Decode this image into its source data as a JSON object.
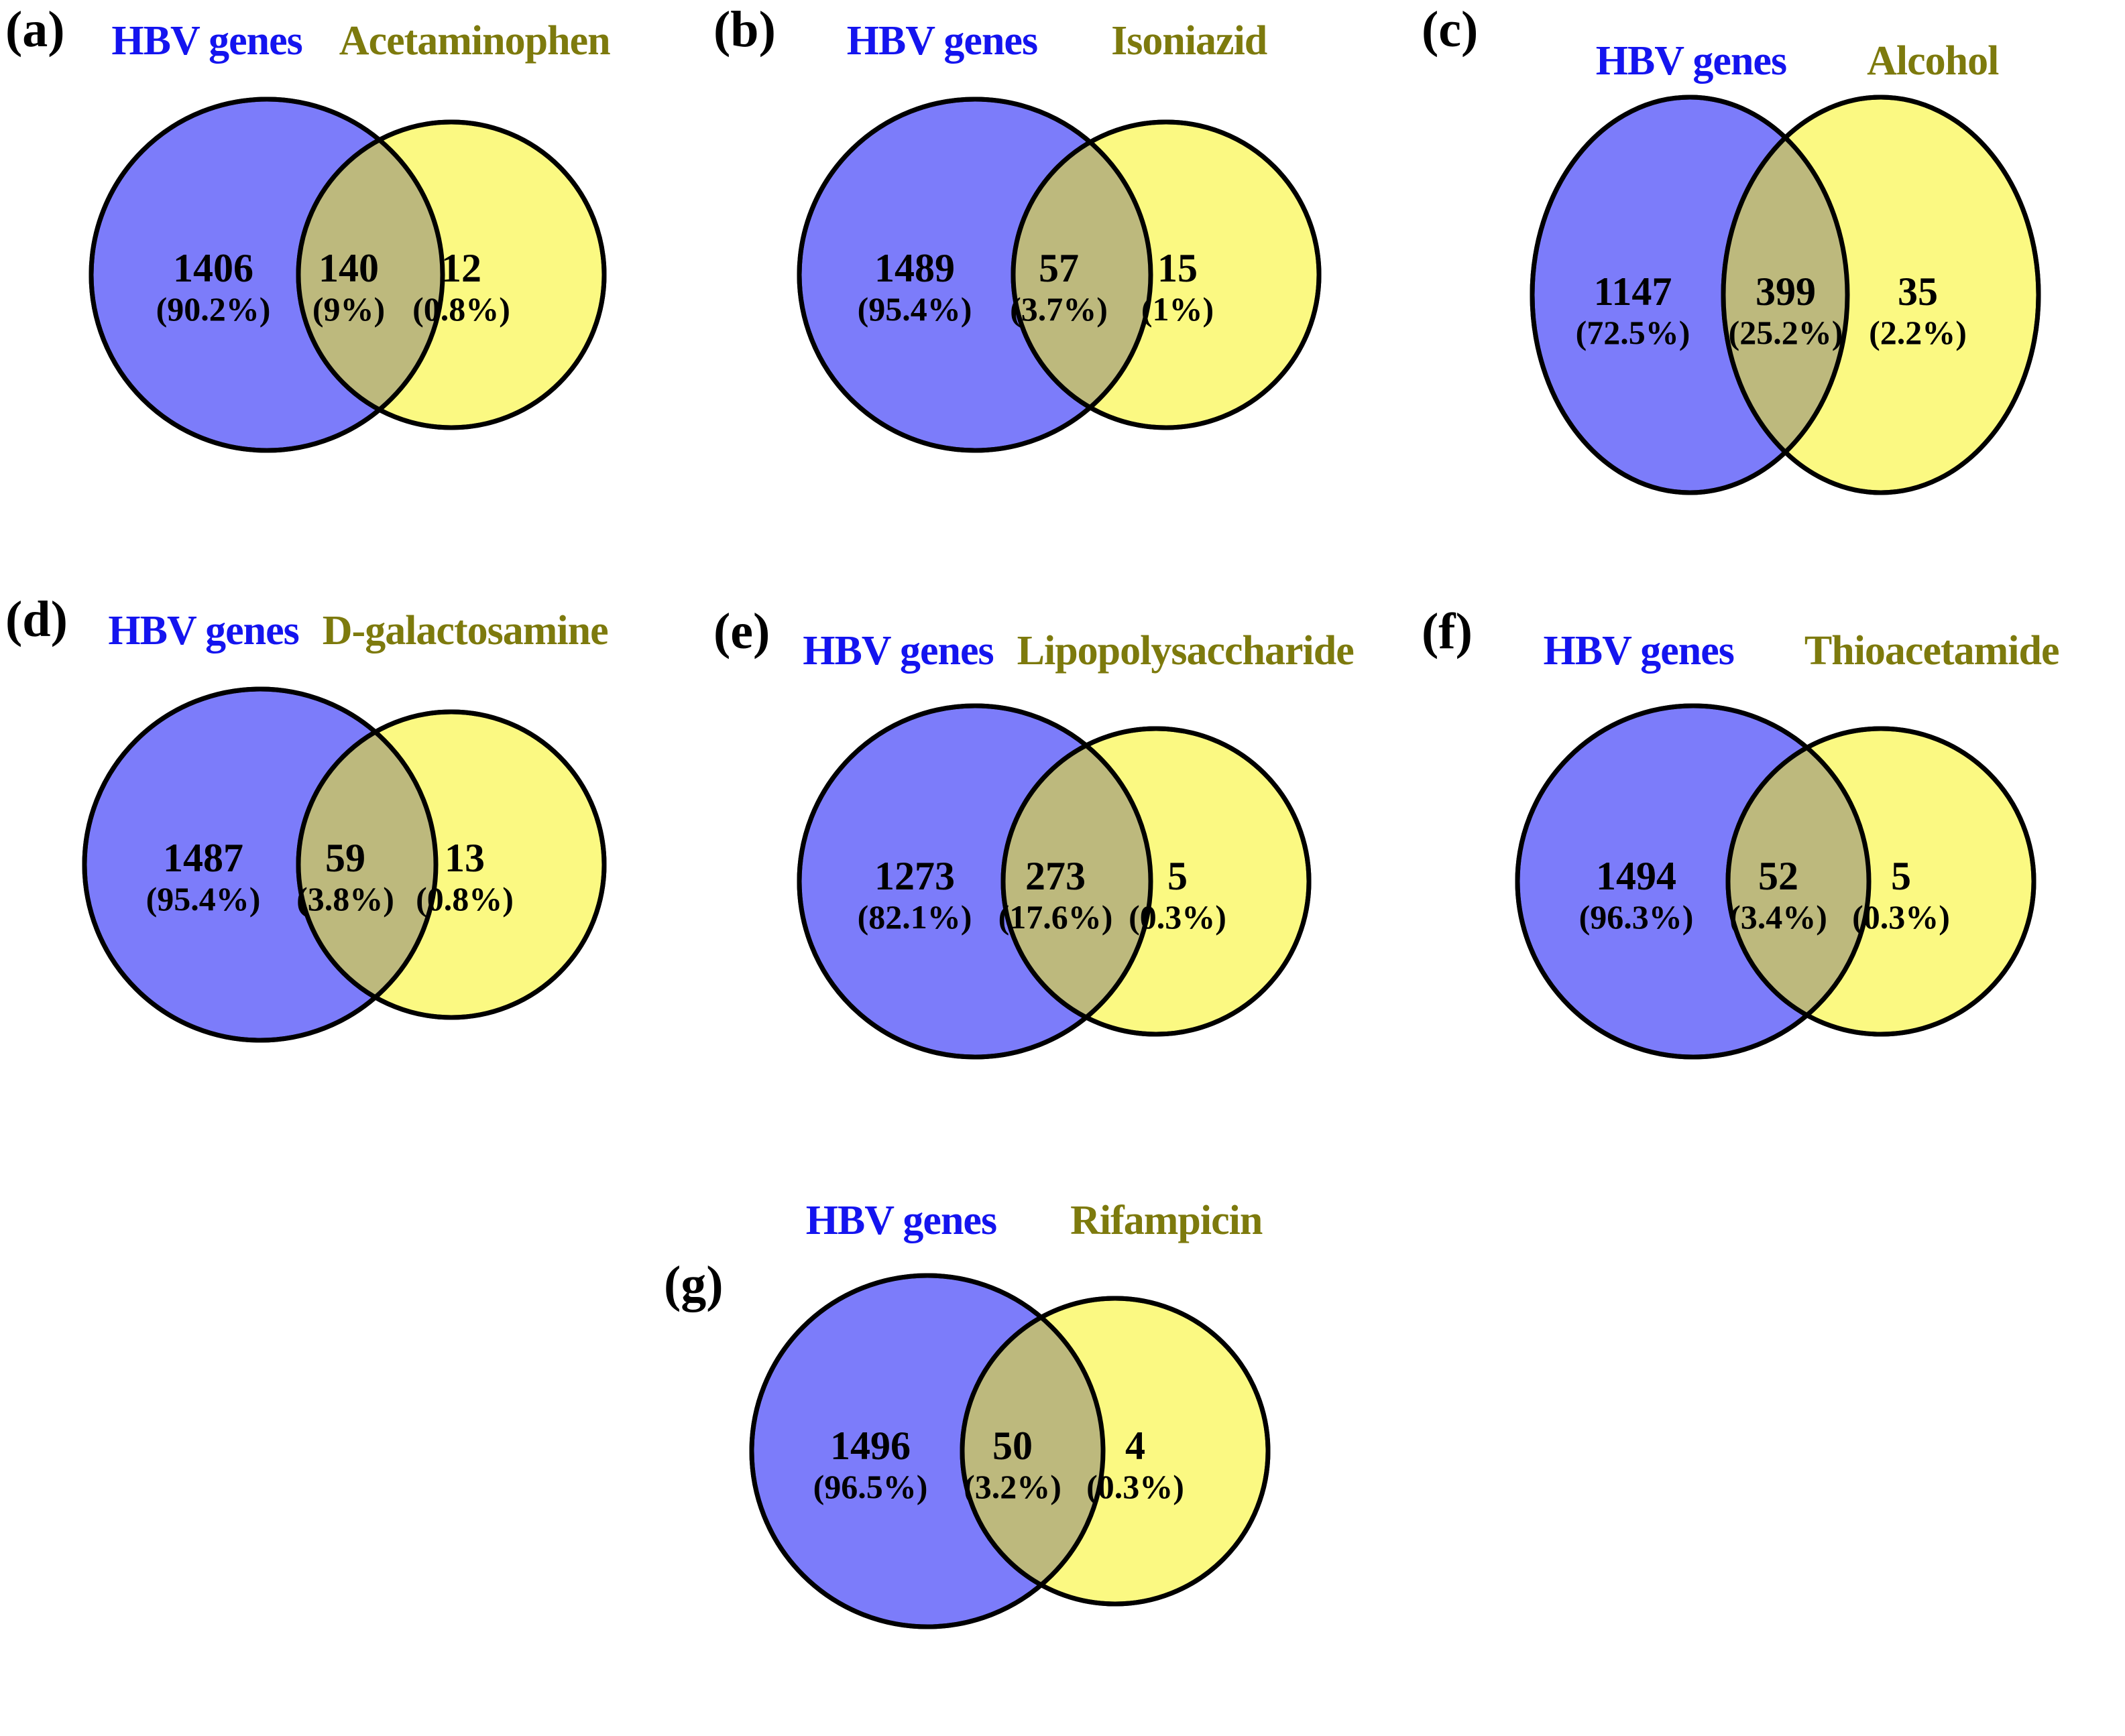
{
  "figure": {
    "colors": {
      "left_fill": "#7c7cfa",
      "right_fill": "#fbf982",
      "overlap_fill": "#bdb97d",
      "outline": "#000000",
      "left_title_color": "#1414ef",
      "right_title_color": "#7d7a0d",
      "background": "#ffffff"
    }
  },
  "chart_data": {
    "type": "venn",
    "title": "",
    "panels": [
      {
        "letter": "(a)",
        "left_label": "HBV genes",
        "right_label": "Acetaminophen",
        "left_only": {
          "count": "1406",
          "percent": "(90.2%)"
        },
        "intersection": {
          "count": "140",
          "percent": "(9%)"
        },
        "right_only": {
          "count": "12",
          "percent": "(0.8%)"
        }
      },
      {
        "letter": "(b)",
        "left_label": "HBV genes",
        "right_label": "Isoniazid",
        "left_only": {
          "count": "1489",
          "percent": "(95.4%)"
        },
        "intersection": {
          "count": "57",
          "percent": "(3.7%)"
        },
        "right_only": {
          "count": "15",
          "percent": "(1%)"
        }
      },
      {
        "letter": "(c)",
        "left_label": "HBV genes",
        "right_label": "Alcohol",
        "left_only": {
          "count": "1147",
          "percent": "(72.5%)"
        },
        "intersection": {
          "count": "399",
          "percent": "(25.2%)"
        },
        "right_only": {
          "count": "35",
          "percent": "(2.2%)"
        }
      },
      {
        "letter": "(d)",
        "left_label": "HBV genes",
        "right_label": "D-galactosamine",
        "left_only": {
          "count": "1487",
          "percent": "(95.4%)"
        },
        "intersection": {
          "count": "59",
          "percent": "(3.8%)"
        },
        "right_only": {
          "count": "13",
          "percent": "(0.8%)"
        }
      },
      {
        "letter": "(e)",
        "left_label": "HBV genes",
        "right_label": "Lipopolysaccharide",
        "left_only": {
          "count": "1273",
          "percent": "(82.1%)"
        },
        "intersection": {
          "count": "273",
          "percent": "(17.6%)"
        },
        "right_only": {
          "count": "5",
          "percent": "(0.3%)"
        }
      },
      {
        "letter": "(f)",
        "left_label": "HBV genes",
        "right_label": "Thioacetamide",
        "left_only": {
          "count": "1494",
          "percent": "(96.3%)"
        },
        "intersection": {
          "count": "52",
          "percent": "(3.4%)"
        },
        "right_only": {
          "count": "5",
          "percent": "(0.3%)"
        }
      },
      {
        "letter": "(g)",
        "left_label": "HBV genes",
        "right_label": "Rifampicin",
        "left_only": {
          "count": "1496",
          "percent": "(96.5%)"
        },
        "intersection": {
          "count": "50",
          "percent": "(3.2%)"
        },
        "right_only": {
          "count": "4",
          "percent": "(0.3%)"
        }
      }
    ]
  }
}
